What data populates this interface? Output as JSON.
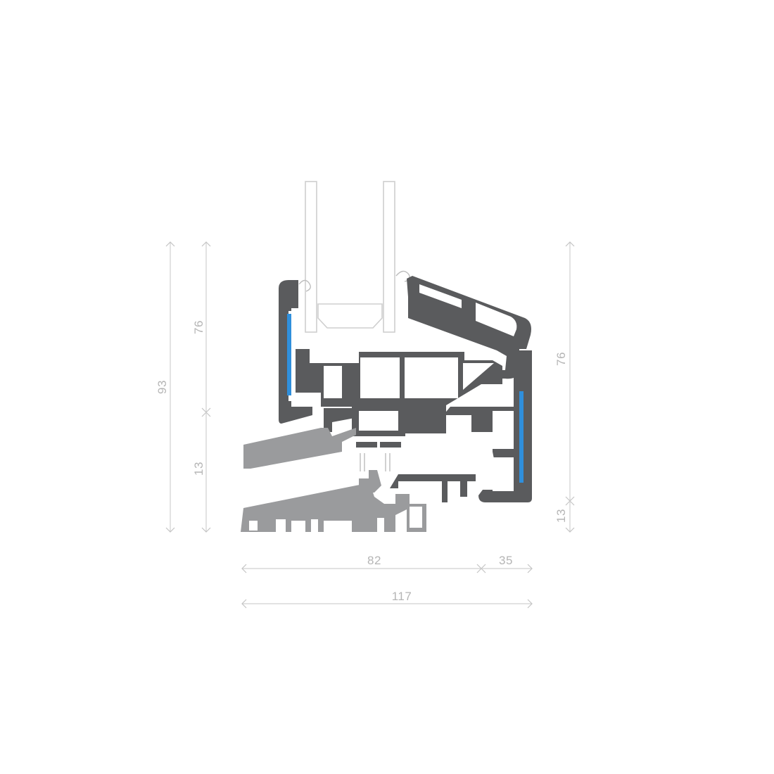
{
  "dimensions": {
    "left_total": "93",
    "left_upper": "76",
    "left_lower": "13",
    "right_upper": "76",
    "right_lower": "13",
    "bottom_left": "82",
    "bottom_right": "35",
    "bottom_total": "117"
  },
  "colors": {
    "profile": "#5a5b5d",
    "sill": "#9a9b9d",
    "seal": "#2f8fdc",
    "dimension_lines": "#d0d0d0",
    "dimension_text": "#b5b5b5"
  }
}
